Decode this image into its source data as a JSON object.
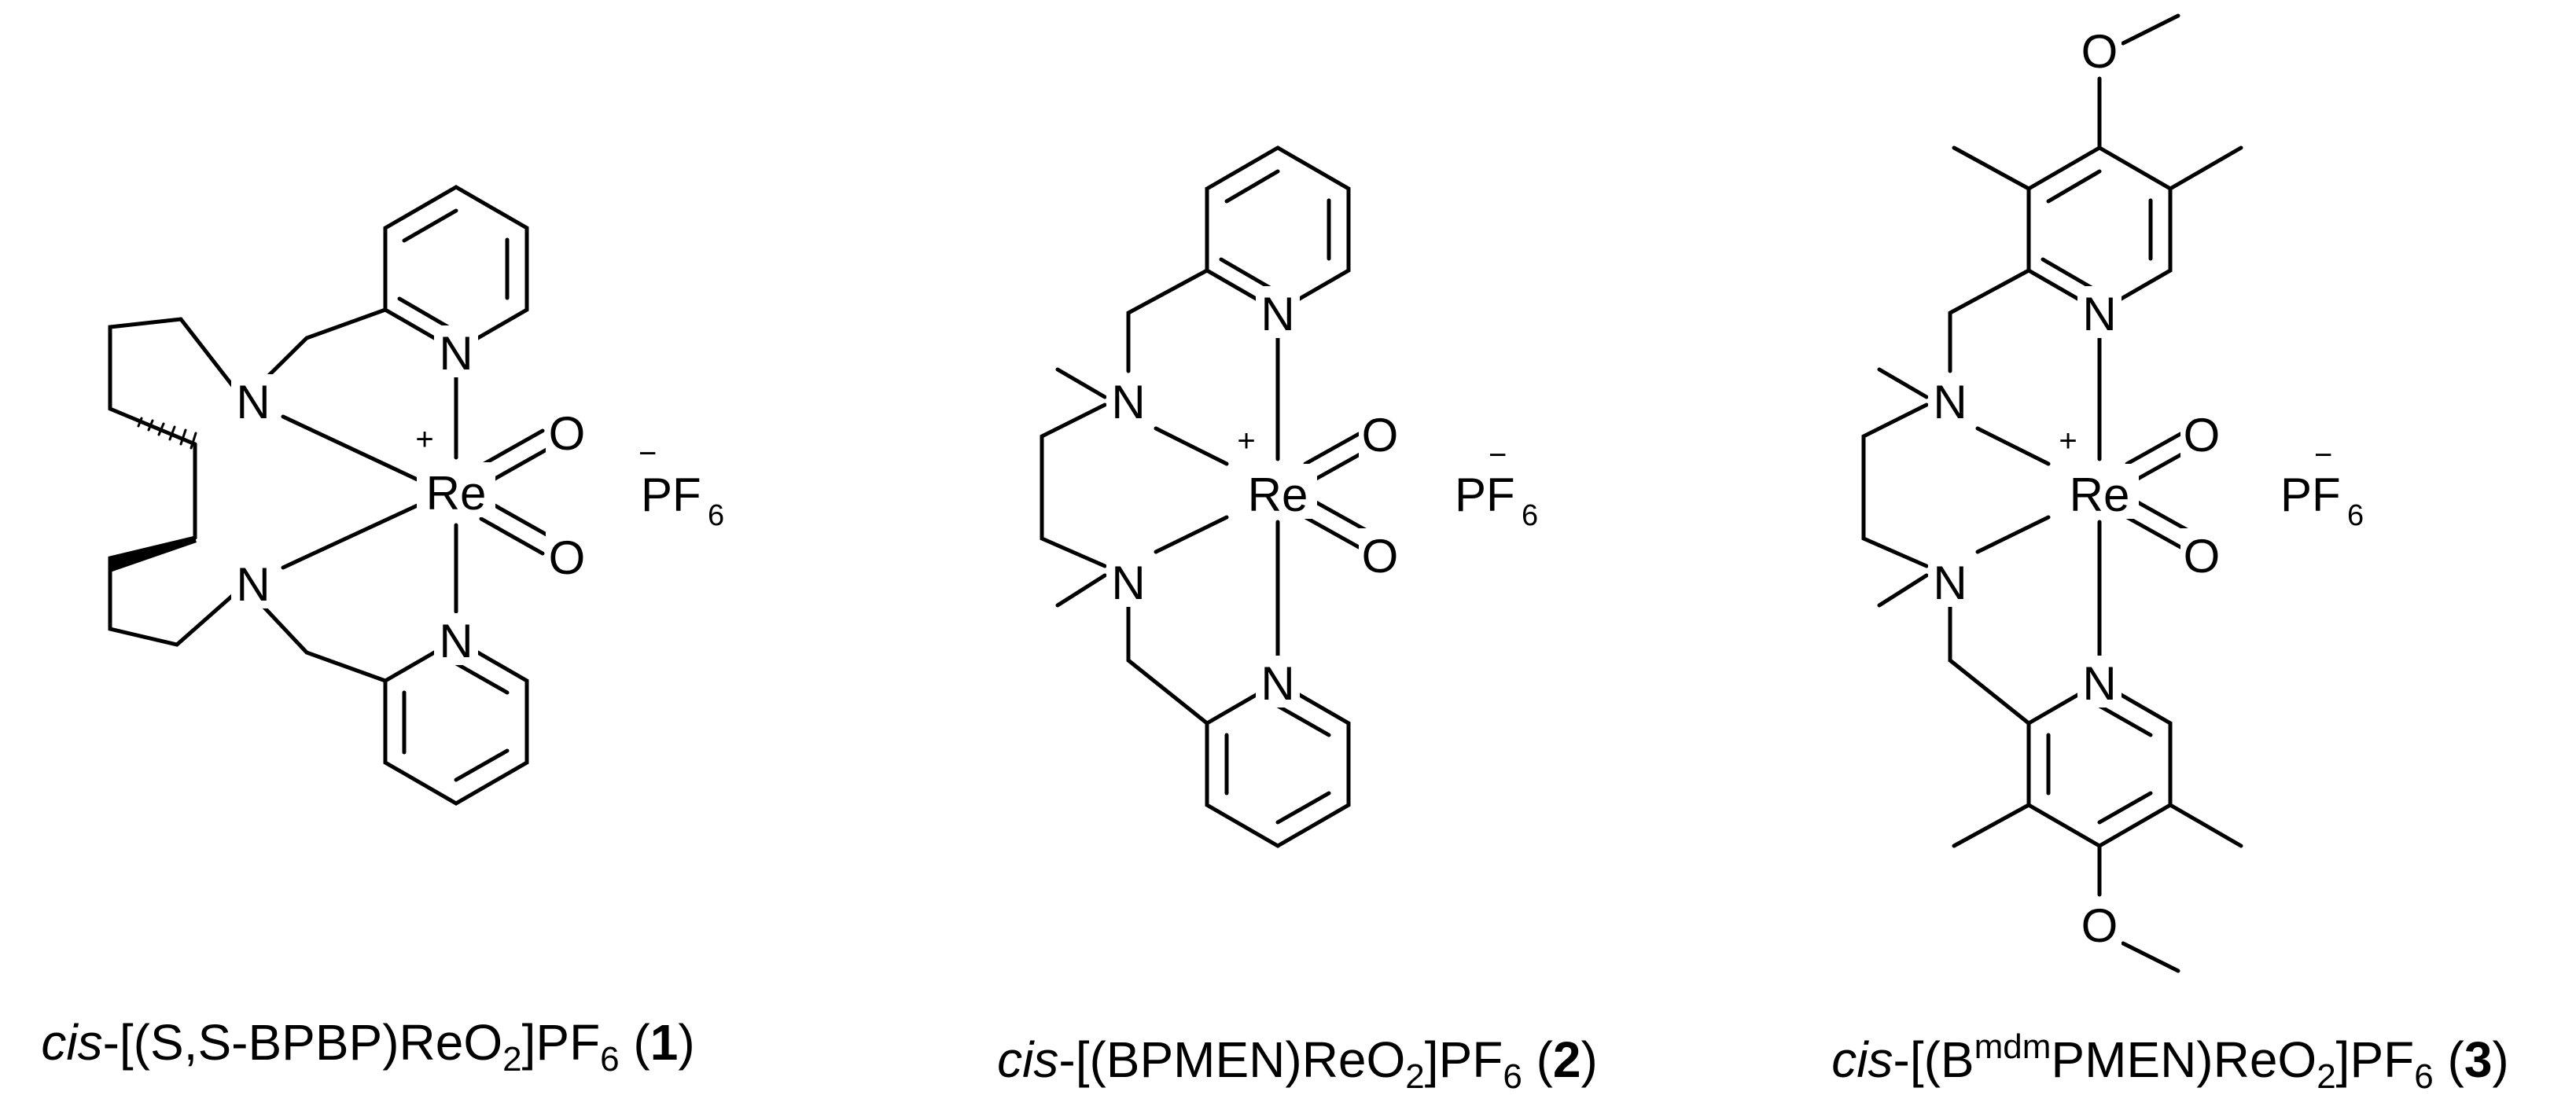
{
  "compounds": [
    {
      "atoms": {
        "n1": "N",
        "n2": "N",
        "n3": "N",
        "n4": "N",
        "re": "Re",
        "o1": "O",
        "o2": "O",
        "charge": "+"
      },
      "counterion": {
        "minus": "−",
        "p": "PF",
        "sub": "6"
      },
      "caption": {
        "prefix": "cis",
        "body": "-[(S,S-BPBP)ReO",
        "sub1": "2",
        "mid": "]PF",
        "sub2": "6",
        "open": " (",
        "num": "1",
        "close": ")"
      }
    },
    {
      "atoms": {
        "n1": "N",
        "n2": "N",
        "n3": "N",
        "n4": "N",
        "re": "Re",
        "o1": "O",
        "o2": "O",
        "charge": "+"
      },
      "counterion": {
        "minus": "−",
        "p": "PF",
        "sub": "6"
      },
      "caption": {
        "prefix": "cis",
        "body": "-[(BPMEN)ReO",
        "sub1": "2",
        "mid": "]PF",
        "sub2": "6",
        "open": " (",
        "num": "2",
        "close": ")"
      }
    },
    {
      "atoms": {
        "n1": "N",
        "n2": "N",
        "n3": "N",
        "n4": "N",
        "re": "Re",
        "o1": "O",
        "o2": "O",
        "oa": "O",
        "ob": "O",
        "charge": "+"
      },
      "counterion": {
        "minus": "−",
        "p": "PF",
        "sub": "6"
      },
      "caption": {
        "prefix": "cis",
        "body1": "-[(B",
        "sup": "mdm",
        "body2": "PMEN)ReO",
        "sub1": "2",
        "mid": "]PF",
        "sub2": "6",
        "open": " (",
        "num": "3",
        "close": ")"
      }
    }
  ]
}
